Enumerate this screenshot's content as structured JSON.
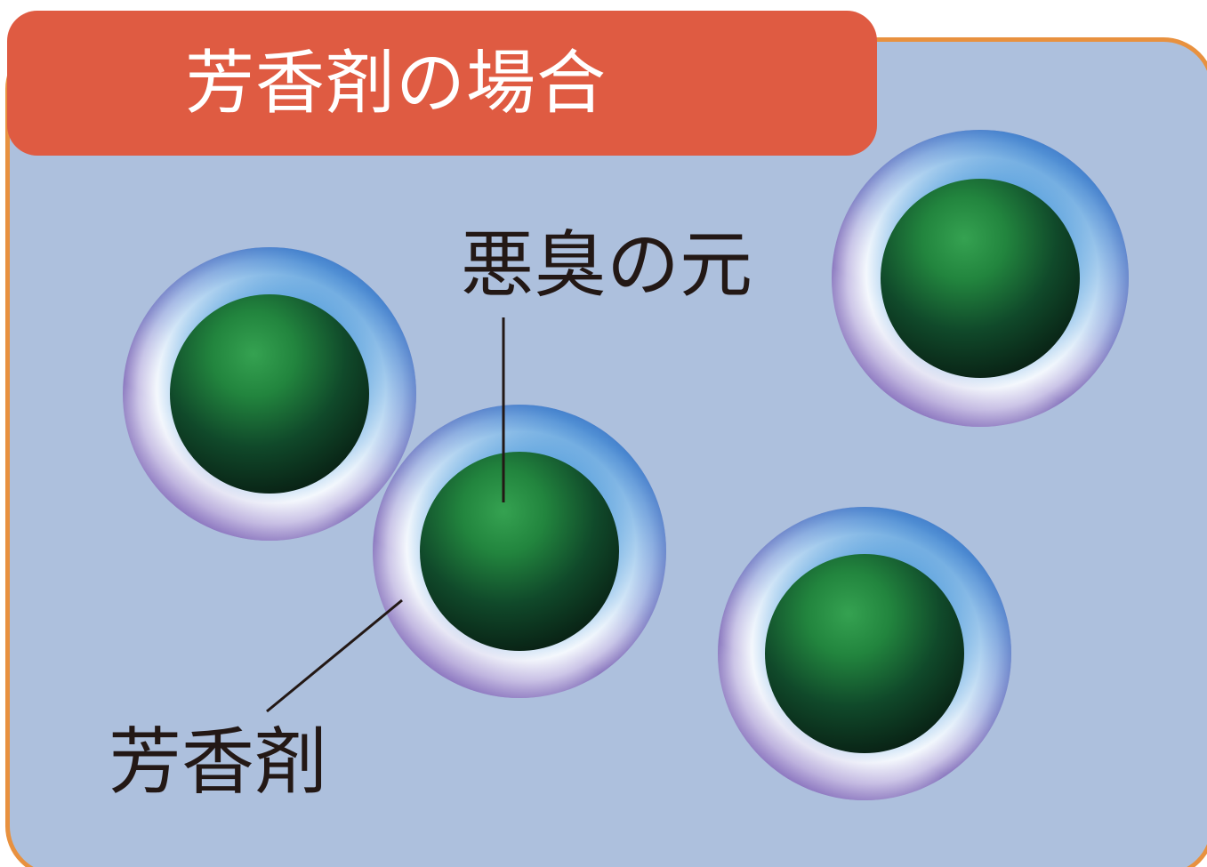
{
  "title": "芳香剤の場合",
  "labels": {
    "malodor_source": "悪臭の元",
    "fragrance": "芳香剤"
  },
  "colors": {
    "panel_background": "#adc0dd",
    "panel_border": "#e8913f",
    "title_background": "#df5b42",
    "title_text": "#ffffff",
    "label_text": "#231815",
    "core_green": "#2c9a48",
    "shell_blue": "#4a98d6"
  }
}
